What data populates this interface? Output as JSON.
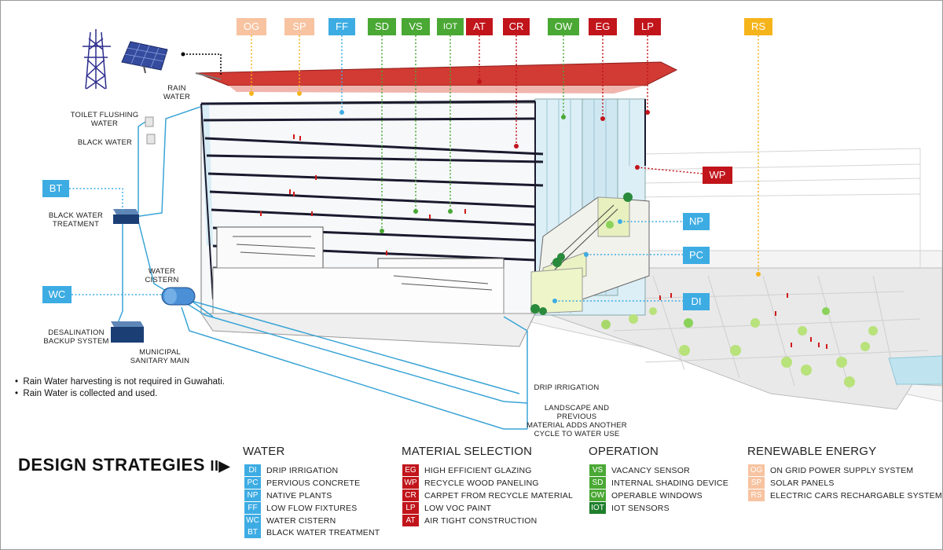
{
  "top_tags": [
    {
      "code": "OG",
      "color": "#f7c3a0"
    },
    {
      "code": "SP",
      "color": "#f7c3a0"
    },
    {
      "code": "FF",
      "color": "#3dace3"
    },
    {
      "code": "SD",
      "color": "#4aa834"
    },
    {
      "code": "VS",
      "color": "#4aa834"
    },
    {
      "code": "IOT",
      "color": "#4aa834"
    },
    {
      "code": "AT",
      "color": "#c1151b"
    },
    {
      "code": "CR",
      "color": "#c1151b"
    },
    {
      "code": "OW",
      "color": "#4aa834"
    },
    {
      "code": "EG",
      "color": "#c1151b"
    },
    {
      "code": "LP",
      "color": "#c1151b"
    },
    {
      "code": "RS",
      "color": "#f6b41b"
    }
  ],
  "side_tags": {
    "bt": "BT",
    "wc": "WC",
    "wp": "WP",
    "np": "NP",
    "pc": "PC",
    "di": "DI"
  },
  "labels": {
    "rain_water": "RAIN\nWATER",
    "toilet_flushing": "TOILET FLUSHING\nWATER",
    "black_water": "BLACK WATER",
    "black_water_treatment": "BLACK WATER\nTREATMENT",
    "water_cistern": "WATER\nCISTERN",
    "desalination": "DESALINATION\nBACKUP SYSTEM",
    "municipal": "MUNICIPAL\nSANITARY MAIN",
    "drip_irrigation": "DRIP IRRIGATION",
    "landscape": "LANDSCAPE AND PREVIOUS\nMATERIAL ADDS ANOTHER\nCYCLE TO WATER USE"
  },
  "notes": [
    "Rain Water harvesting is not required in Guwahati.",
    "Rain Water is collected and used."
  ],
  "title": "DESIGN STRATEGIES",
  "title_arrow": "II▶",
  "legend": {
    "water": {
      "heading": "WATER",
      "items": [
        {
          "code": "DI",
          "text": "DRIP IRRIGATION"
        },
        {
          "code": "PC",
          "text": "PERVIOUS CONCRETE"
        },
        {
          "code": "NP",
          "text": "NATIVE PLANTS"
        },
        {
          "code": "FF",
          "text": "LOW FLOW FIXTURES"
        },
        {
          "code": "WC",
          "text": "WATER CISTERN"
        },
        {
          "code": "BT",
          "text": "BLACK WATER TREATMENT"
        }
      ]
    },
    "material": {
      "heading": "MATERIAL SELECTION",
      "items": [
        {
          "code": "EG",
          "text": "HIGH EFFICIENT GLAZING"
        },
        {
          "code": "WP",
          "text": "RECYCLE WOOD PANELING"
        },
        {
          "code": "CR",
          "text": "CARPET FROM RECYCLE MATERIAL"
        },
        {
          "code": "LP",
          "text": "LOW VOC PAINT"
        },
        {
          "code": "AT",
          "text": "AIR TIGHT CONSTRUCTION"
        }
      ]
    },
    "operation": {
      "heading": "OPERATION",
      "items": [
        {
          "code": "VS",
          "text": "VACANCY SENSOR"
        },
        {
          "code": "SD",
          "text": "INTERNAL SHADING DEVICE"
        },
        {
          "code": "OW",
          "text": "OPERABLE WINDOWS"
        },
        {
          "code": "IOT",
          "text": "IOT SENSORS"
        }
      ]
    },
    "energy": {
      "heading": "RENEWABLE  ENERGY",
      "items": [
        {
          "code": "OG",
          "text": "ON GRID POWER SUPPLY SYSTEM"
        },
        {
          "code": "SP",
          "text": "SOLAR PANELS"
        },
        {
          "code": "RS",
          "text": "ELECTRIC CARS RECHARGABLE SYSTEM"
        }
      ]
    }
  }
}
